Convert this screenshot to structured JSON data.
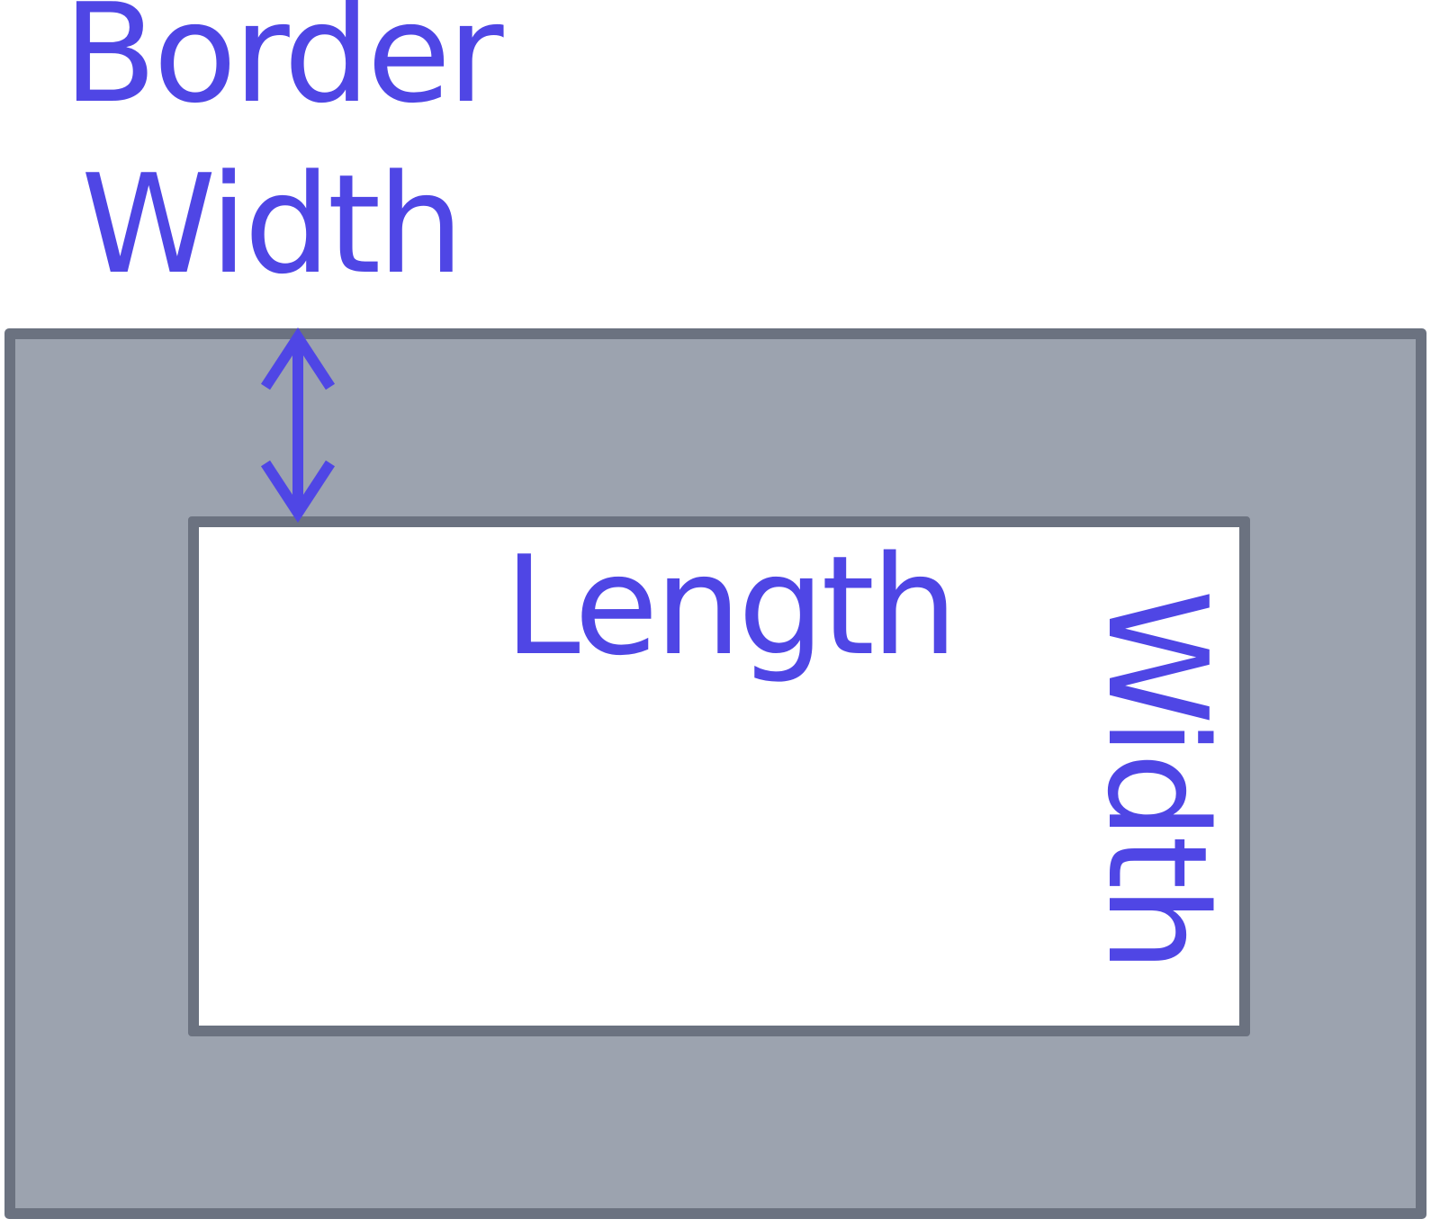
{
  "diagram": {
    "title_line_1": "Border",
    "title_line_2": "Width",
    "inner_top_label": "Length",
    "inner_side_label": "Width",
    "colors": {
      "accent": "#4f46e5",
      "border": "#6b7280",
      "outer_fill": "#9ca3af",
      "inner_fill": "#ffffff"
    },
    "icons": [
      "double-headed-arrow-icon"
    ]
  }
}
